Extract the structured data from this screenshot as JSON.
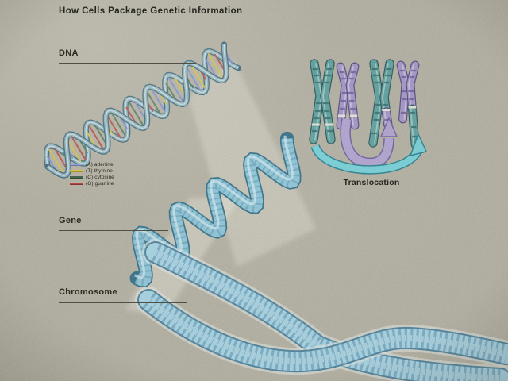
{
  "title": "How Cells Package Genetic Information",
  "labels": {
    "dna": "DNA",
    "gene": "Gene",
    "chromosome": "Chromosome",
    "translocation": "Translocation"
  },
  "legend": {
    "items": [
      {
        "code": "(A)",
        "name": "adenine",
        "color": "#8ea3d8"
      },
      {
        "code": "(T)",
        "name": "thymine",
        "color": "#d9c33f"
      },
      {
        "code": "(C)",
        "name": "cytosine",
        "color": "#47654c"
      },
      {
        "code": "(G)",
        "name": "guanine",
        "color": "#b5493f"
      }
    ]
  },
  "colors": {
    "background": "#b4b1a2",
    "title_text": "#26261f",
    "label_text": "#2c2c24",
    "underline": "#514f44",
    "dna_dark": "#356273",
    "dna_mid": "#8cb4c0",
    "dna_hi": "#d9e9ed",
    "base_a": "#7b8fd0",
    "base_t": "#d9c33f",
    "base_c": "#4e7a55",
    "base_g": "#b5493f",
    "gene_dark": "#2f6d85",
    "gene_mid": "#8cc6da",
    "gene_hi": "#d6eef5",
    "chromo_out": "#49809c",
    "chromo_body": "#a6d6e6",
    "chromo_band": "#2f6f96",
    "chromo_hi": "#ddf2f8",
    "chromo_halo": "#e8eee9",
    "karyo_teal": "#5aa19d",
    "karyo_teal_dark": "#2c6868",
    "karyo_teal_out": "#235156",
    "karyo_purple": "#a495c8",
    "karyo_purple_dark": "#695798",
    "karyo_purple_out": "#51437a",
    "arrow_purple": "#b2a3d2",
    "arrow_purple_out": "#6c5c9c",
    "arrow_teal": "#74d2da",
    "arrow_teal_out": "#267f8d",
    "beam": "#f4f2e6",
    "gap_band": "#eceadb"
  }
}
